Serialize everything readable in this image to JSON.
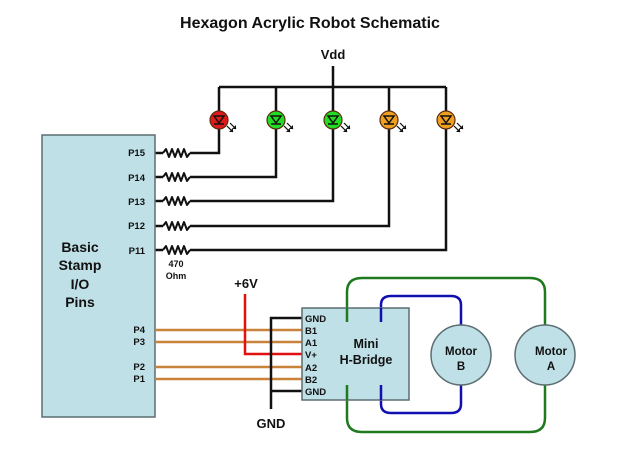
{
  "title": "Hexagon Acrylic Robot Schematic",
  "colors": {
    "wire": "#111111",
    "stamp_fill": "#bfe0e6",
    "stamp_border": "#5c6e72",
    "io_wire": "#c8823a",
    "power_wire": "#e01010",
    "motor_a_wire": "#1f7a1f",
    "motor_b_wire": "#1010b0",
    "led_red": "#e01a1a",
    "led_green": "#22dd22",
    "led_orange": "#f0a020"
  },
  "labels": {
    "vdd": "Vdd",
    "plus6v": "+6V",
    "gnd": "GND",
    "resistor_value": "470",
    "resistor_unit": "Ohm"
  },
  "stamp": {
    "lines": [
      "Basic",
      "Stamp",
      "I/O",
      "Pins"
    ],
    "led_pins": [
      "P15",
      "P14",
      "P13",
      "P12",
      "P11"
    ],
    "motor_pins": [
      "P4",
      "P3",
      "P2",
      "P1"
    ]
  },
  "leds": [
    {
      "color": "red",
      "pin": "P15"
    },
    {
      "color": "green",
      "pin": "P14"
    },
    {
      "color": "green",
      "pin": "P13"
    },
    {
      "color": "orange",
      "pin": "P12"
    },
    {
      "color": "orange",
      "pin": "P11"
    }
  ],
  "hbridge": {
    "title_line1": "Mini",
    "title_line2": "H-Bridge",
    "pins": [
      "GND",
      "B1",
      "A1",
      "V+",
      "A2",
      "B2",
      "GND"
    ]
  },
  "motor_b": {
    "line1": "Motor",
    "line2": "B"
  },
  "motor_a": {
    "line1": "Motor",
    "line2": "A"
  }
}
